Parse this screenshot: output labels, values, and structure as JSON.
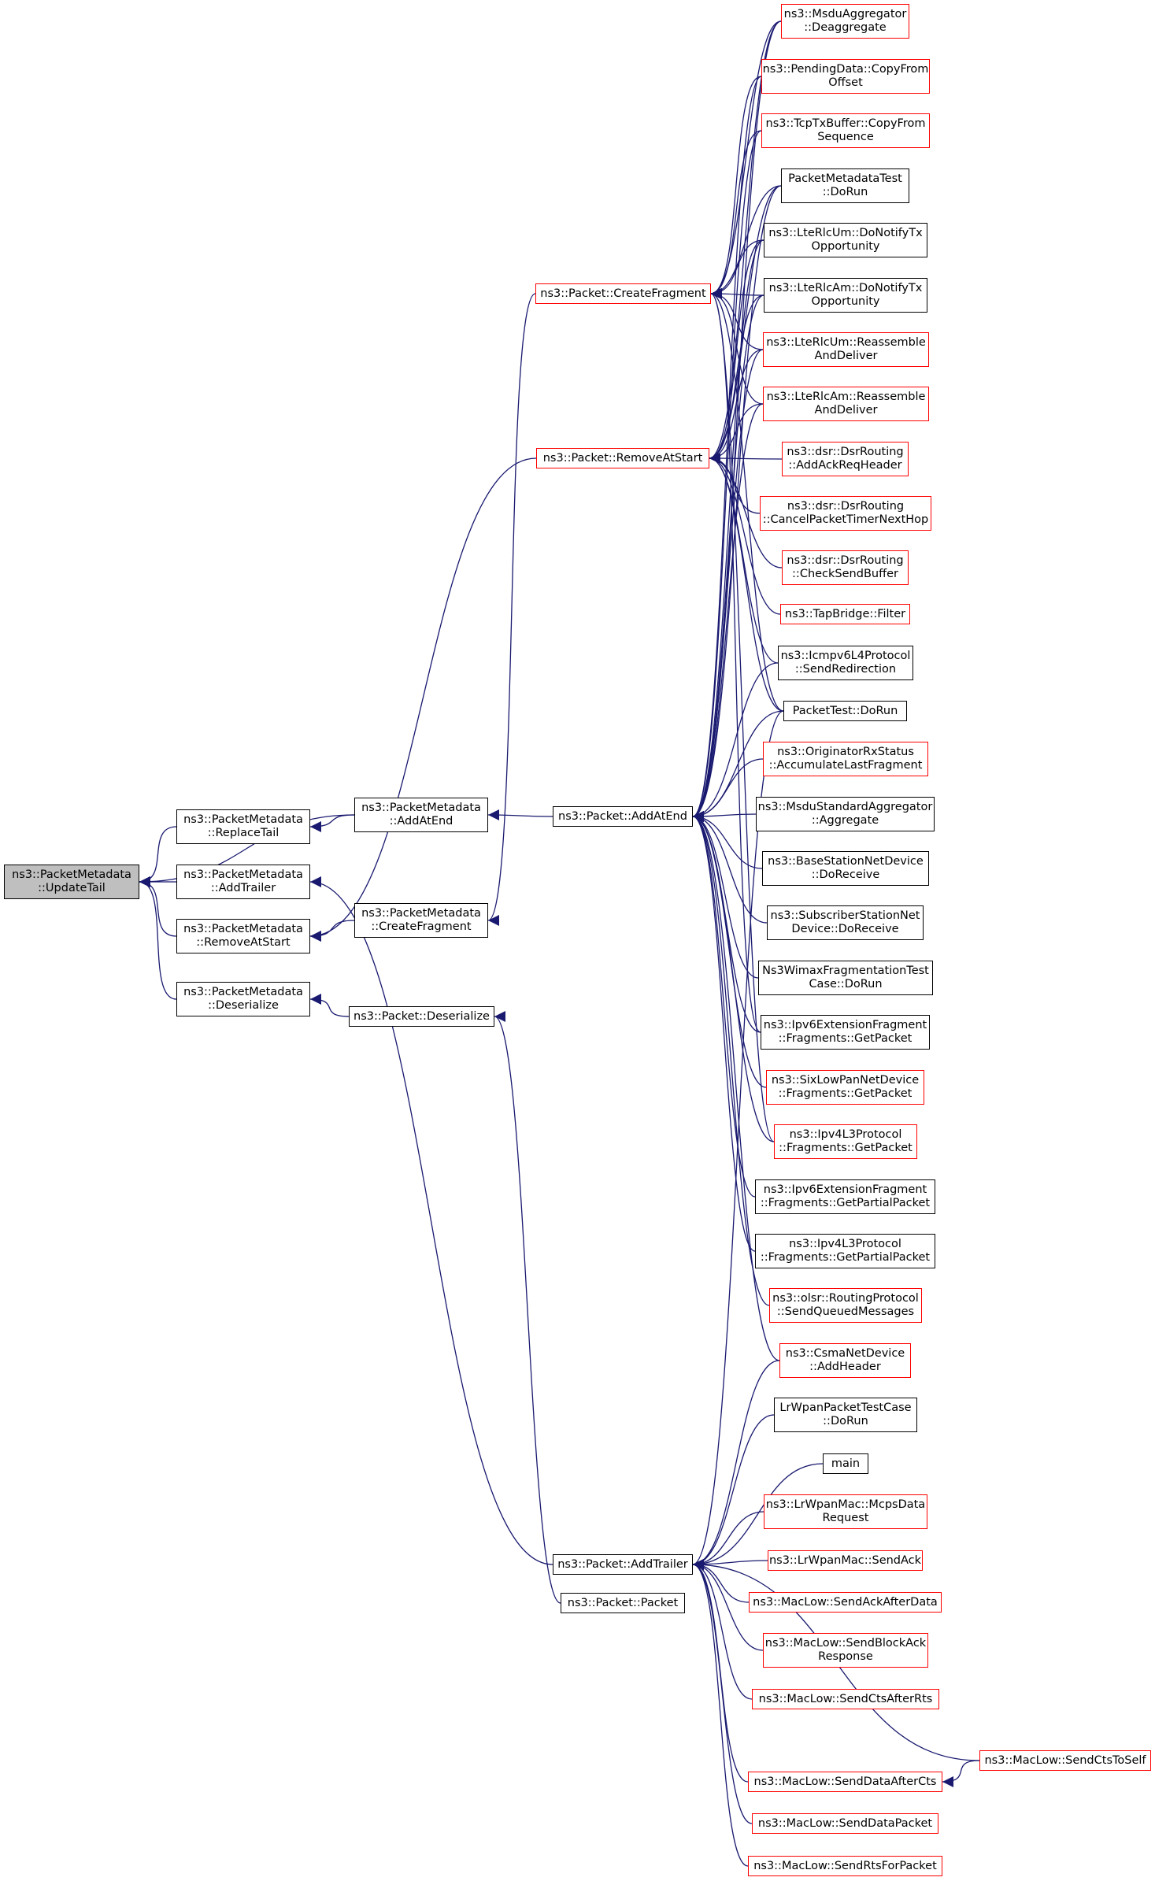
{
  "colors": {
    "edge": "#191970",
    "red_border": "#ff0000",
    "black_border": "#000000",
    "focus_fill": "#bfbfbf"
  },
  "nodes": {
    "pm_updatetail": {
      "label": "ns3::PacketMetadata\n::UpdateTail",
      "style": "focus"
    },
    "pm_replacetail": {
      "label": "ns3::PacketMetadata\n::ReplaceTail",
      "style": "black"
    },
    "pm_addtrailer": {
      "label": "ns3::PacketMetadata\n::AddTrailer",
      "style": "black"
    },
    "pm_removeatstart": {
      "label": "ns3::PacketMetadata\n::RemoveAtStart",
      "style": "black"
    },
    "pm_deserialize": {
      "label": "ns3::PacketMetadata\n::Deserialize",
      "style": "black"
    },
    "pm_addatend": {
      "label": "ns3::PacketMetadata\n::AddAtEnd",
      "style": "black"
    },
    "pm_createfragment": {
      "label": "ns3::PacketMetadata\n::CreateFragment",
      "style": "black"
    },
    "p_deserialize": {
      "label": "ns3::Packet::Deserialize",
      "style": "black"
    },
    "p_createfragment": {
      "label": "ns3::Packet::CreateFragment",
      "style": "red"
    },
    "p_removeatstart": {
      "label": "ns3::Packet::RemoveAtStart",
      "style": "red"
    },
    "p_addatend": {
      "label": "ns3::Packet::AddAtEnd",
      "style": "black"
    },
    "p_addtrailer": {
      "label": "ns3::Packet::AddTrailer",
      "style": "black"
    },
    "p_packet": {
      "label": "ns3::Packet::Packet",
      "style": "black"
    },
    "msdu_deagg": {
      "label": "ns3::MsduAggregator\n::Deaggregate",
      "style": "red"
    },
    "pending_copy": {
      "label": "ns3::PendingData::CopyFrom\nOffset",
      "style": "red"
    },
    "tcptx_copy": {
      "label": "ns3::TcpTxBuffer::CopyFrom\nSequence",
      "style": "red"
    },
    "pmtest_dorun": {
      "label": "PacketMetadataTest\n::DoRun",
      "style": "black"
    },
    "lterlcum_tx": {
      "label": "ns3::LteRlcUm::DoNotifyTx\nOpportunity",
      "style": "black"
    },
    "lterlcam_tx": {
      "label": "ns3::LteRlcAm::DoNotifyTx\nOpportunity",
      "style": "black"
    },
    "lterlcum_reasm": {
      "label": "ns3::LteRlcUm::Reassemble\nAndDeliver",
      "style": "red"
    },
    "lterlcam_reasm": {
      "label": "ns3::LteRlcAm::Reassemble\nAndDeliver",
      "style": "red"
    },
    "dsr_ackreq": {
      "label": "ns3::dsr::DsrRouting\n::AddAckReqHeader",
      "style": "red"
    },
    "dsr_cancel": {
      "label": "ns3::dsr::DsrRouting\n::CancelPacketTimerNextHop",
      "style": "red"
    },
    "dsr_checksend": {
      "label": "ns3::dsr::DsrRouting\n::CheckSendBuffer",
      "style": "red"
    },
    "tap_filter": {
      "label": "ns3::TapBridge::Filter",
      "style": "red"
    },
    "icmpv6_redir": {
      "label": "ns3::Icmpv6L4Protocol\n::SendRedirection",
      "style": "black"
    },
    "packettest_dorun": {
      "label": "PacketTest::DoRun",
      "style": "black"
    },
    "orig_accum": {
      "label": "ns3::OriginatorRxStatus\n::AccumulateLastFragment",
      "style": "red"
    },
    "msdustd_agg": {
      "label": "ns3::MsduStandardAggregator\n::Aggregate",
      "style": "black"
    },
    "bs_doreceive": {
      "label": "ns3::BaseStationNetDevice\n::DoReceive",
      "style": "black"
    },
    "ss_doreceive": {
      "label": "ns3::SubscriberStationNet\nDevice::DoReceive",
      "style": "black"
    },
    "wimax_frag": {
      "label": "Ns3WimaxFragmentationTest\nCase::DoRun",
      "style": "black"
    },
    "ipv6ext_get": {
      "label": "ns3::Ipv6ExtensionFragment\n::Fragments::GetPacket",
      "style": "black"
    },
    "sixlowpan_get": {
      "label": "ns3::SixLowPanNetDevice\n::Fragments::GetPacket",
      "style": "red"
    },
    "ipv4l3_get": {
      "label": "ns3::Ipv4L3Protocol\n::Fragments::GetPacket",
      "style": "red"
    },
    "ipv6ext_partial": {
      "label": "ns3::Ipv6ExtensionFragment\n::Fragments::GetPartialPacket",
      "style": "black"
    },
    "ipv4l3_partial": {
      "label": "ns3::Ipv4L3Protocol\n::Fragments::GetPartialPacket",
      "style": "black"
    },
    "olsr_queued": {
      "label": "ns3::olsr::RoutingProtocol\n::SendQueuedMessages",
      "style": "red"
    },
    "csma_addheader": {
      "label": "ns3::CsmaNetDevice\n::AddHeader",
      "style": "red"
    },
    "lrwpan_test": {
      "label": "LrWpanPacketTestCase\n::DoRun",
      "style": "black"
    },
    "main": {
      "label": "main",
      "style": "black"
    },
    "lrwpan_mcps": {
      "label": "ns3::LrWpanMac::McpsData\nRequest",
      "style": "red"
    },
    "lrwpan_sendack": {
      "label": "ns3::LrWpanMac::SendAck",
      "style": "red"
    },
    "maclow_ackafter": {
      "label": "ns3::MacLow::SendAckAfterData",
      "style": "red"
    },
    "maclow_blockack": {
      "label": "ns3::MacLow::SendBlockAck\nResponse",
      "style": "red"
    },
    "maclow_ctsafter": {
      "label": "ns3::MacLow::SendCtsAfterRts",
      "style": "red"
    },
    "maclow_ctstoself": {
      "label": "ns3::MacLow::SendCtsToSelf",
      "style": "red"
    },
    "maclow_dataafter": {
      "label": "ns3::MacLow::SendDataAfterCts",
      "style": "red"
    },
    "maclow_datapacket": {
      "label": "ns3::MacLow::SendDataPacket",
      "style": "red"
    },
    "maclow_rts": {
      "label": "ns3::MacLow::SendRtsForPacket",
      "style": "red"
    }
  },
  "edges": [
    [
      "pm_updatetail",
      "pm_replacetail"
    ],
    [
      "pm_updatetail",
      "pm_addtrailer"
    ],
    [
      "pm_updatetail",
      "pm_removeatstart"
    ],
    [
      "pm_updatetail",
      "pm_deserialize"
    ],
    [
      "pm_updatetail",
      "pm_addatend"
    ],
    [
      "pm_replacetail",
      "pm_addatend"
    ],
    [
      "pm_removeatstart",
      "pm_createfragment"
    ],
    [
      "pm_removeatstart",
      "p_removeatstart"
    ],
    [
      "pm_addtrailer",
      "p_addtrailer"
    ],
    [
      "pm_deserialize",
      "p_deserialize"
    ],
    [
      "pm_addatend",
      "p_addatend"
    ],
    [
      "pm_createfragment",
      "p_createfragment"
    ],
    [
      "p_deserialize",
      "p_packet"
    ],
    [
      "p_createfragment",
      "msdu_deagg"
    ],
    [
      "p_createfragment",
      "pending_copy"
    ],
    [
      "p_createfragment",
      "tcptx_copy"
    ],
    [
      "p_createfragment",
      "pmtest_dorun"
    ],
    [
      "p_createfragment",
      "lterlcum_tx"
    ],
    [
      "p_createfragment",
      "lterlcam_tx"
    ],
    [
      "p_createfragment",
      "lterlcum_reasm"
    ],
    [
      "p_createfragment",
      "lterlcam_reasm"
    ],
    [
      "p_createfragment",
      "packettest_dorun"
    ],
    [
      "p_createfragment",
      "ipv6ext_get"
    ],
    [
      "p_createfragment",
      "ipv4l3_get"
    ],
    [
      "p_removeatstart",
      "msdu_deagg"
    ],
    [
      "p_removeatstart",
      "pmtest_dorun"
    ],
    [
      "p_removeatstart",
      "lterlcum_tx"
    ],
    [
      "p_removeatstart",
      "lterlcam_tx"
    ],
    [
      "p_removeatstart",
      "lterlcum_reasm"
    ],
    [
      "p_removeatstart",
      "lterlcam_reasm"
    ],
    [
      "p_removeatstart",
      "dsr_ackreq"
    ],
    [
      "p_removeatstart",
      "dsr_cancel"
    ],
    [
      "p_removeatstart",
      "dsr_checksend"
    ],
    [
      "p_removeatstart",
      "tap_filter"
    ],
    [
      "p_removeatstart",
      "icmpv6_redir"
    ],
    [
      "p_removeatstart",
      "packettest_dorun"
    ],
    [
      "p_addatend",
      "msdu_deagg"
    ],
    [
      "p_addatend",
      "pending_copy"
    ],
    [
      "p_addatend",
      "tcptx_copy"
    ],
    [
      "p_addatend",
      "pmtest_dorun"
    ],
    [
      "p_addatend",
      "lterlcum_tx"
    ],
    [
      "p_addatend",
      "lterlcam_tx"
    ],
    [
      "p_addatend",
      "lterlcum_reasm"
    ],
    [
      "p_addatend",
      "lterlcam_reasm"
    ],
    [
      "p_addatend",
      "icmpv6_redir"
    ],
    [
      "p_addatend",
      "packettest_dorun"
    ],
    [
      "p_addatend",
      "orig_accum"
    ],
    [
      "p_addatend",
      "msdustd_agg"
    ],
    [
      "p_addatend",
      "bs_doreceive"
    ],
    [
      "p_addatend",
      "ss_doreceive"
    ],
    [
      "p_addatend",
      "wimax_frag"
    ],
    [
      "p_addatend",
      "ipv6ext_get"
    ],
    [
      "p_addatend",
      "sixlowpan_get"
    ],
    [
      "p_addatend",
      "ipv4l3_get"
    ],
    [
      "p_addatend",
      "ipv6ext_partial"
    ],
    [
      "p_addatend",
      "ipv4l3_partial"
    ],
    [
      "p_addatend",
      "olsr_queued"
    ],
    [
      "p_addatend",
      "csma_addheader"
    ],
    [
      "p_addtrailer",
      "csma_addheader"
    ],
    [
      "p_addtrailer",
      "packettest_dorun"
    ],
    [
      "p_addtrailer",
      "lrwpan_test"
    ],
    [
      "p_addtrailer",
      "main"
    ],
    [
      "p_addtrailer",
      "lrwpan_mcps"
    ],
    [
      "p_addtrailer",
      "lrwpan_sendack"
    ],
    [
      "p_addtrailer",
      "maclow_ackafter"
    ],
    [
      "p_addtrailer",
      "maclow_blockack"
    ],
    [
      "p_addtrailer",
      "maclow_ctsafter"
    ],
    [
      "p_addtrailer",
      "maclow_ctstoself"
    ],
    [
      "p_addtrailer",
      "maclow_dataafter"
    ],
    [
      "p_addtrailer",
      "maclow_datapacket"
    ],
    [
      "p_addtrailer",
      "maclow_rts"
    ],
    [
      "maclow_dataafter",
      "maclow_ctstoself"
    ]
  ]
}
